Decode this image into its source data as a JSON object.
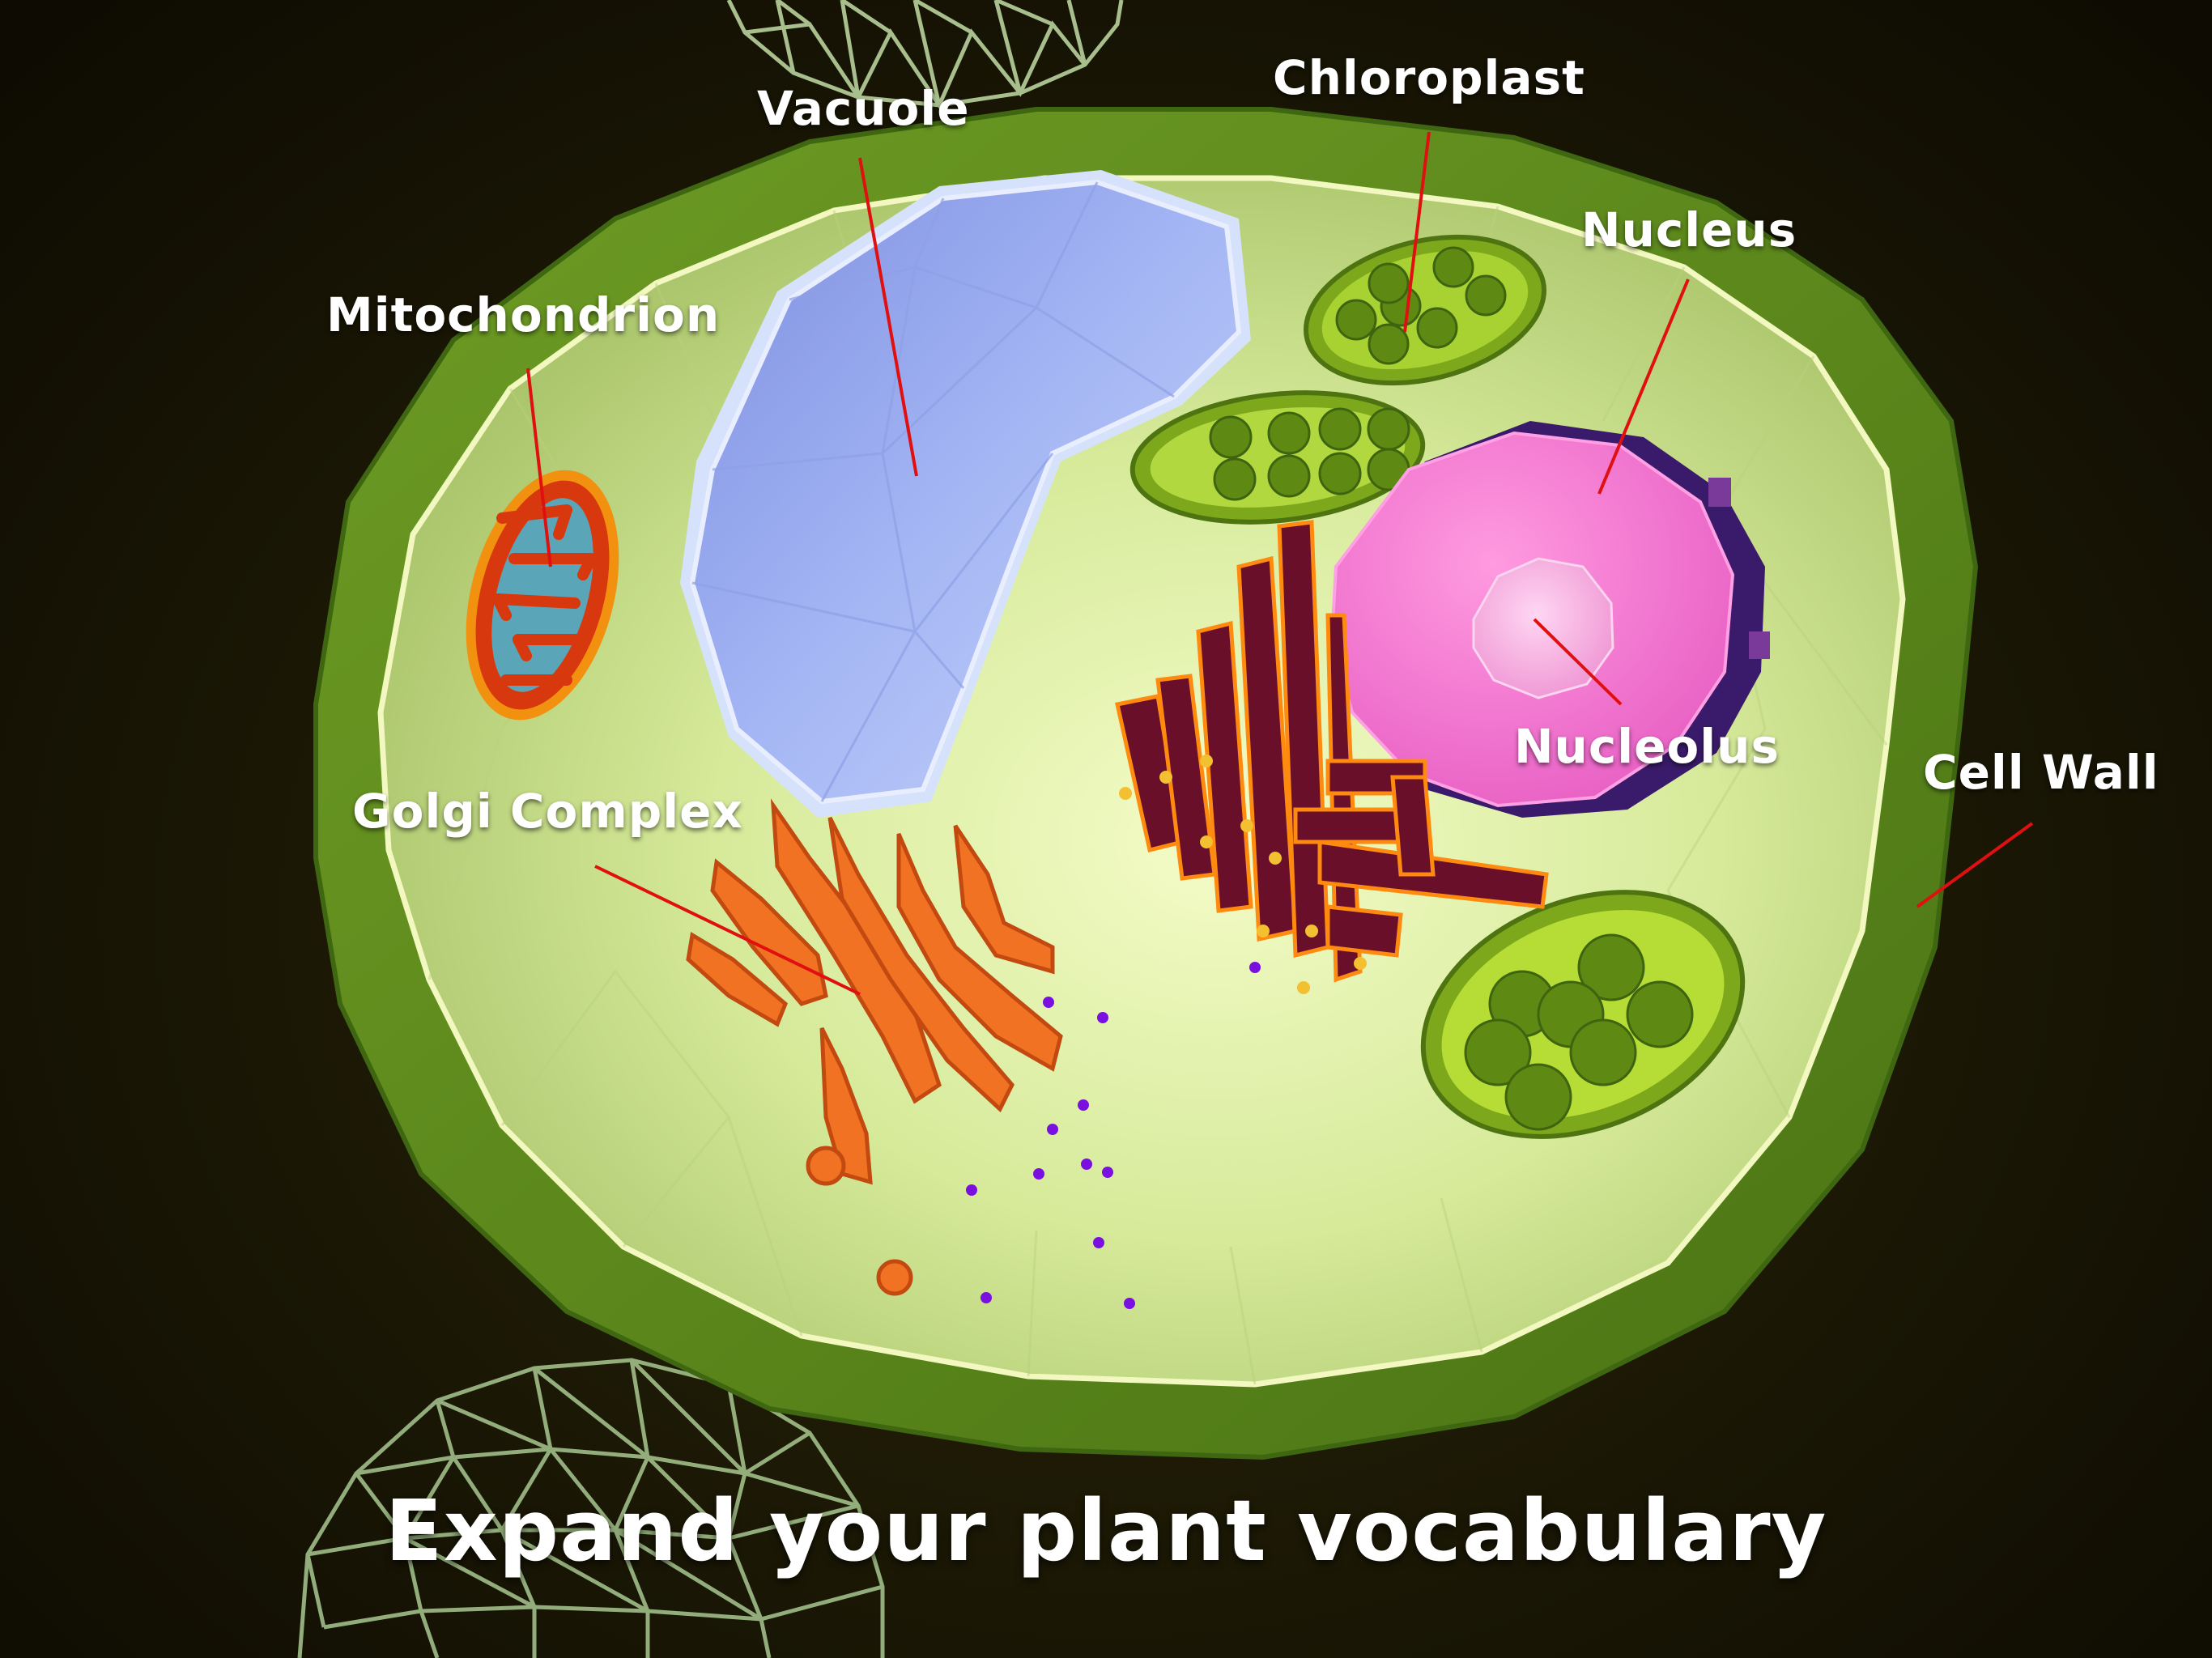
{
  "labels": {
    "vacuole": "Vacuole",
    "chloroplast": "Chloroplast",
    "nucleus": "Nucleus",
    "mitochondrion": "Mitochondrion",
    "golgi": "Golgi Complex",
    "nucleolus": "Nucleolus",
    "cell_wall": "Cell Wall"
  },
  "caption": "Expand your plant vocabulary",
  "colors": {
    "background": "#1a1705",
    "cell_wall": "#5c8a1c",
    "cytoplasm": "#d8ec9c",
    "vacuole": "#9db0f2",
    "nucleus": "#f47fd2",
    "nuclear_envelope": "#3a1a6a",
    "nucleolus": "#f6b6e6",
    "chloroplast": "#9ccc2c",
    "grana": "#5e8a14",
    "mitochondrion": "#d8380e",
    "mito_inner": "#5aa6b8",
    "golgi": "#f07222",
    "er": "#6a0f2a",
    "leader_line": "#e01010",
    "wireframe": "#a8c890"
  }
}
